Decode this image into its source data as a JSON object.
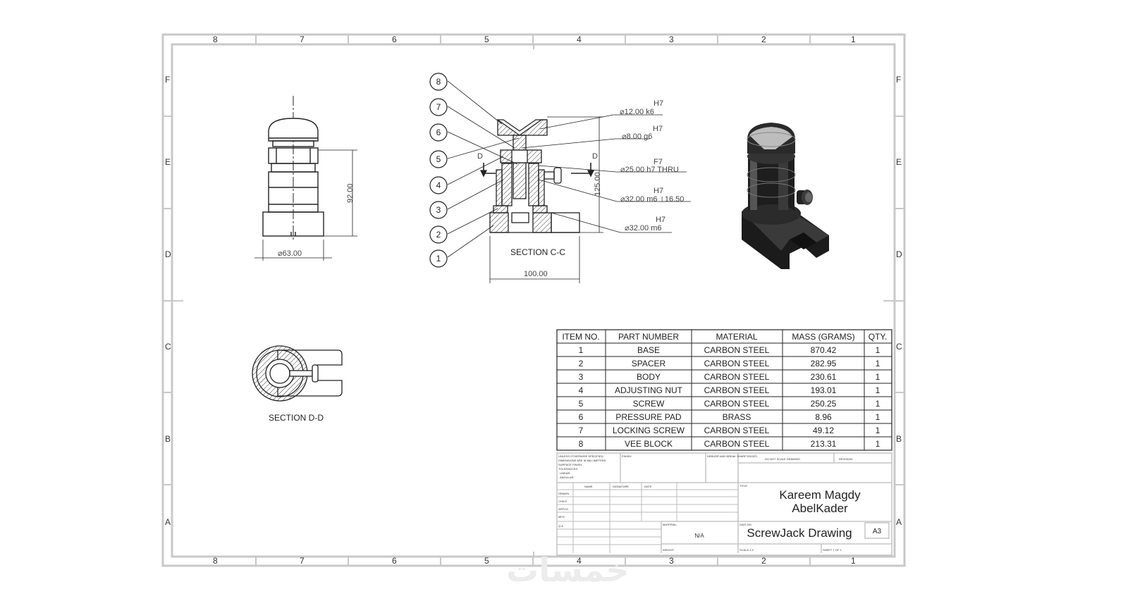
{
  "zones": {
    "columns": [
      "8",
      "7",
      "6",
      "5",
      "4",
      "3",
      "2",
      "1"
    ],
    "rows": [
      "F",
      "E",
      "D",
      "C",
      "B",
      "A"
    ]
  },
  "views": {
    "section_cc": {
      "label": "SECTION C-C",
      "width_dim": "100.00",
      "height_dim": "125.00",
      "cut_letter": "D",
      "balloons": [
        "8",
        "7",
        "6",
        "5",
        "4",
        "3",
        "2",
        "1"
      ],
      "fits": [
        {
          "upper": "H7",
          "lower": "⌀12.00 k6"
        },
        {
          "upper": "H7",
          "lower": "⌀8.00 g6"
        },
        {
          "upper": "F7",
          "lower": "⌀25.00 h7 THRU"
        },
        {
          "upper": "H7",
          "lower": "⌀32.00 m6 ⟂16.50"
        },
        {
          "upper": "H7",
          "lower": "⌀32.00 m6"
        }
      ]
    },
    "front": {
      "height_dim": "92.00",
      "dia_dim": "⌀63.00"
    },
    "section_dd": {
      "label": "SECTION D-D"
    }
  },
  "bom": {
    "headers": [
      "ITEM NO.",
      "PART NUMBER",
      "MATERIAL",
      "MASS (GRAMS)",
      "QTY."
    ],
    "rows": [
      [
        "1",
        "BASE",
        "CARBON STEEL",
        "870.42",
        "1"
      ],
      [
        "2",
        "SPACER",
        "CARBON STEEL",
        "282.95",
        "1"
      ],
      [
        "3",
        "BODY",
        "CARBON STEEL",
        "230.61",
        "1"
      ],
      [
        "4",
        "ADJUSTING NUT",
        "CARBON STEEL",
        "193.01",
        "1"
      ],
      [
        "5",
        "SCREW",
        "CARBON STEEL",
        "250.25",
        "1"
      ],
      [
        "6",
        "PRESSURE PAD",
        "BRASS",
        "8.96",
        "1"
      ],
      [
        "7",
        "LOCKING SCREW",
        "CARBON STEEL",
        "49.12",
        "1"
      ],
      [
        "8",
        "VEE BLOCK",
        "CARBON STEEL",
        "213.31",
        "1"
      ]
    ]
  },
  "title_block": {
    "author_line1": "Kareem Magdy",
    "author_line2": "AbelKader",
    "drawing_title": "ScrewJack Drawing",
    "size": "A3",
    "material": "N/A",
    "small_notes": [
      "UNLESS OTHERWISE SPECIFIED:",
      "DIMENSIONS ARE IN MILLIMETERS",
      "SURFACE FINISH:",
      "TOLERANCES:",
      "LINEAR:",
      "ANGULAR:"
    ],
    "finish_label": "FINISH:",
    "deburr_label": "DEBURR AND BREAK SHARP EDGES",
    "do_not_scale": "DO NOT SCALE DRAWING",
    "revision": "REVISION",
    "col_headers": [
      "NAME",
      "SIGNATURE",
      "DATE"
    ],
    "row_labels": [
      "DRAWN",
      "CHK'D",
      "APPV'D",
      "MFG",
      "Q.A"
    ],
    "title_label": "TITLE:",
    "material_label": "MATERIAL:",
    "dwg_no_label": "DWG NO.",
    "weight_label": "WEIGHT:",
    "scale_label": "SCALE:1:2",
    "sheet_label": "SHEET 1 OF 1"
  },
  "watermark": "خمسات"
}
